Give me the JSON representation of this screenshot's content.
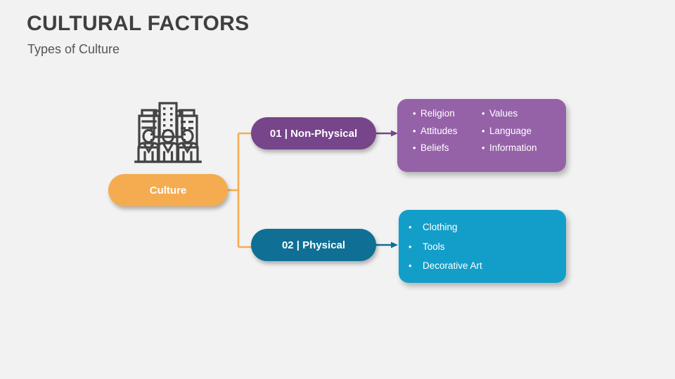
{
  "header": {
    "title": "CULTURAL FACTORS",
    "subtitle": "Types of Culture"
  },
  "colors": {
    "background": "#f2f2f2",
    "orange": "#f5ac50",
    "purple_dark": "#76458a",
    "purple_light": "#9562a8",
    "teal_dark": "#0f6f94",
    "blue": "#139ec9",
    "title_text": "#3f3f3f",
    "icon_stroke": "#444444"
  },
  "icon": {
    "name": "city-people-icon",
    "description": "three people in front of city buildings"
  },
  "root": {
    "label": "Culture"
  },
  "branches": [
    {
      "id": "non-physical",
      "node_label": "01 | Non-Physical",
      "node_color": "#76458a",
      "card_color": "#9562a8",
      "columns": [
        [
          "Religion",
          "Attitudes",
          "Beliefs"
        ],
        [
          "Values",
          "Language",
          "Information"
        ]
      ]
    },
    {
      "id": "physical",
      "node_label": "02 | Physical",
      "node_color": "#0f6f94",
      "card_color": "#139ec9",
      "columns": [
        [
          "Clothing",
          "Tools",
          "Decorative Art"
        ]
      ]
    }
  ],
  "bullet_glyph": "•"
}
